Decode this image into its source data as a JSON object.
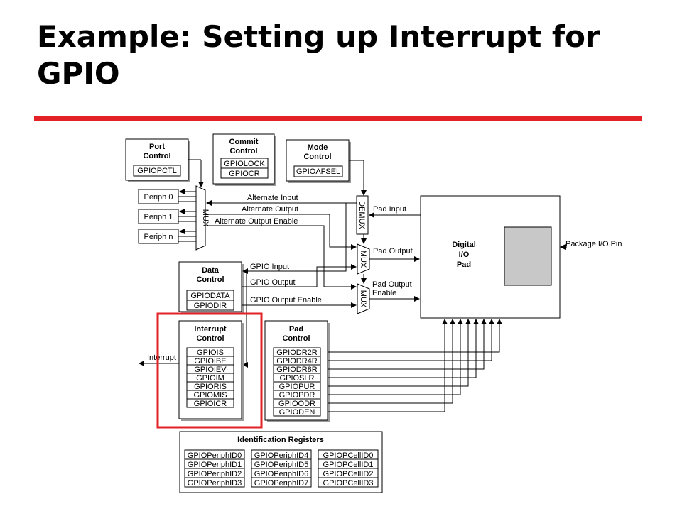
{
  "title": "Example: Setting up Interrupt for GPIO",
  "colors": {
    "accent": "#e32227",
    "highlight": "#e32227",
    "pad_inner": "#c8c8c8"
  },
  "diagram": {
    "port_control": {
      "title1": "Port",
      "title2": "Control",
      "reg": "GPIOPCTL"
    },
    "commit_control": {
      "title1": "Commit",
      "title2": "Control",
      "regs": [
        "GPIOLOCK",
        "GPIOCR"
      ]
    },
    "mode_control": {
      "title1": "Mode",
      "title2": "Control",
      "reg": "GPIOAFSEL"
    },
    "periphs": [
      "Periph 0",
      "Periph 1",
      "Periph n"
    ],
    "mux_label": "MUX",
    "demux_label": "DEMUX",
    "signals": {
      "alternate_input": "Alternate Input",
      "alternate_output": "Alternate Output",
      "alternate_output_enable": "Alternate Output Enable",
      "pad_input": "Pad Input",
      "pad_output": "Pad Output",
      "pad_output_enable_1": "Pad Output",
      "pad_output_enable_2": "Enable",
      "gpio_input": "GPIO Input",
      "gpio_output": "GPIO Output",
      "gpio_output_enable": "GPIO Output Enable",
      "package_pin": "Package I/O Pin",
      "interrupt": "Interrupt"
    },
    "digital_pad": {
      "line1": "Digital",
      "line2": "I/O",
      "line3": "Pad"
    },
    "data_control": {
      "title1": "Data",
      "title2": "Control",
      "regs": [
        "GPIODATA",
        "GPIODIR"
      ]
    },
    "interrupt_control": {
      "title1": "Interrupt",
      "title2": "Control",
      "regs": [
        "GPIOIS",
        "GPIOIBE",
        "GPIOIEV",
        "GPIOIM",
        "GPIORIS",
        "GPIOMIS",
        "GPIOICR"
      ]
    },
    "pad_control": {
      "title1": "Pad",
      "title2": "Control",
      "regs": [
        "GPIODR2R",
        "GPIODR4R",
        "GPIODR8R",
        "GPIOSLR",
        "GPIOPUR",
        "GPIOPDR",
        "GPIOODR",
        "GPIODEN"
      ]
    },
    "identification": {
      "title": "Identification Registers",
      "col1": [
        "GPIOPeriphID0",
        "GPIOPeriphID1",
        "GPIOPeriphID2",
        "GPIOPeriphID3"
      ],
      "col2": [
        "GPIOPeriphID4",
        "GPIOPeriphID5",
        "GPIOPeriphID6",
        "GPIOPeriphID7"
      ],
      "col3": [
        "GPIOPCellID0",
        "GPIOPCellID1",
        "GPIOPCellID2",
        "GPIOPCellID3"
      ]
    }
  }
}
